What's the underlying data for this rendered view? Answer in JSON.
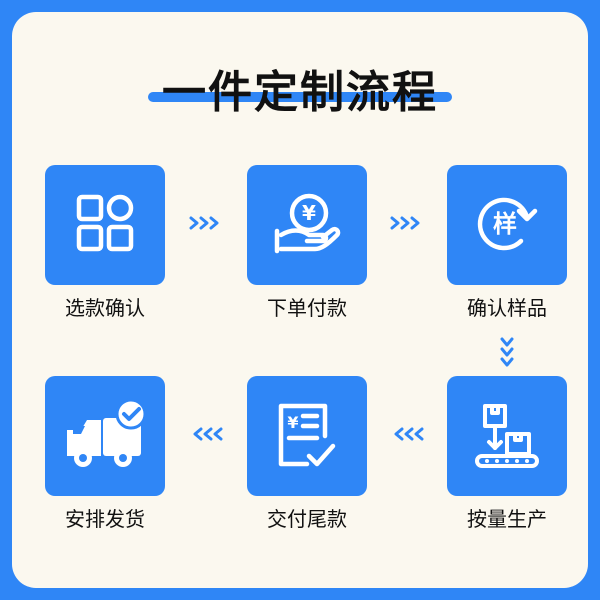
{
  "title": "一件定制流程",
  "steps": [
    {
      "label": "选款确认",
      "icon": "grid-icon"
    },
    {
      "label": "下单付款",
      "icon": "hand-coin-icon"
    },
    {
      "label": "确认样品",
      "icon": "sample-refresh-icon",
      "icon_text": "样"
    },
    {
      "label": "按量生产",
      "icon": "conveyor-boxes-icon"
    },
    {
      "label": "交付尾款",
      "icon": "receipt-check-icon",
      "icon_text": "¥"
    },
    {
      "label": "安排发货",
      "icon": "delivery-truck-icon"
    }
  ],
  "coin_symbol": "¥",
  "colors": {
    "accent": "#2f86f6",
    "background": "#fbf8ef",
    "text": "#111111"
  }
}
